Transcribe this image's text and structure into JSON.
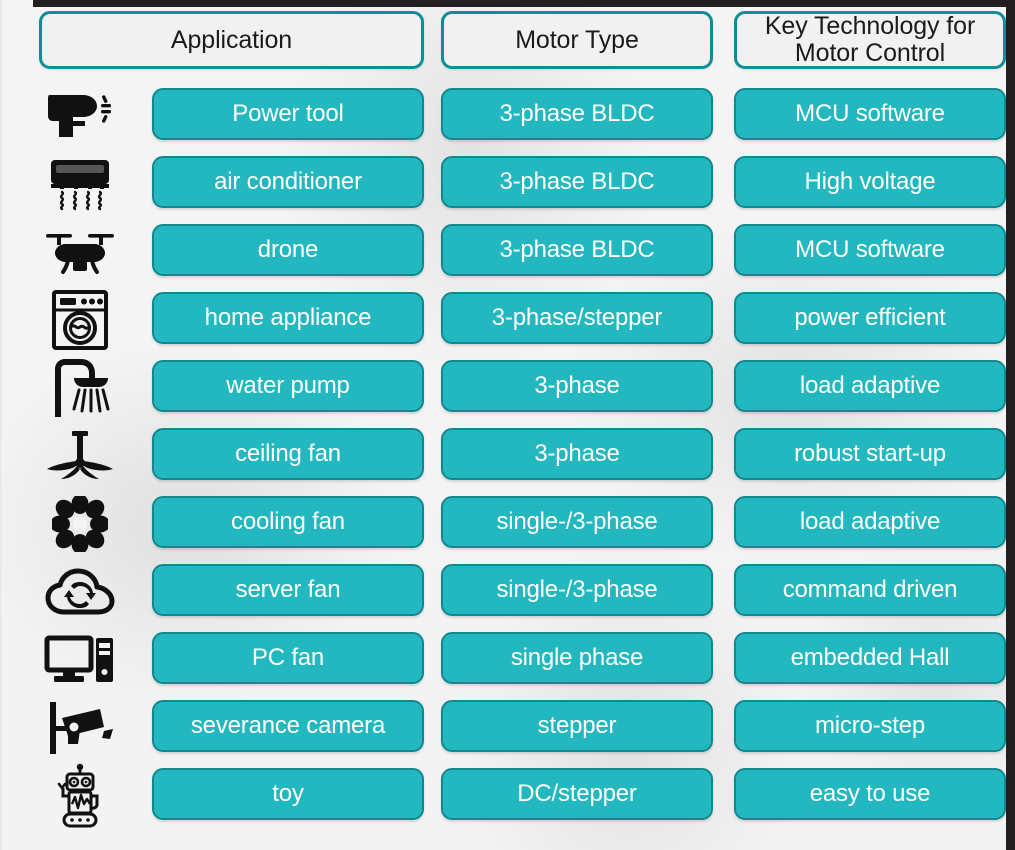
{
  "slide": {
    "title": "Motor Application / Motor Type / Key Technology table",
    "accent_teal": "#23b8bf",
    "accent_teal_border": "#12888f",
    "header_border": "#0f8e95",
    "header_bg": "#f1f1f1",
    "background": "#f3f3f3",
    "frame_dark": "#231f20",
    "cell_text_color": "#ffffff",
    "header_text_color": "#1b1b1b"
  },
  "header": {
    "icon_column_label": "",
    "columns": [
      {
        "label": "Application"
      },
      {
        "label": "Motor Type"
      },
      {
        "label": "Key Technology for\nMotor Control",
        "line1": "Key Technology for",
        "line2": "Motor Control"
      }
    ]
  },
  "rows": [
    {
      "icon": "power-drill-icon",
      "application": "Power tool",
      "motor_type": "3-phase BLDC",
      "key_technology": "MCU software"
    },
    {
      "icon": "air-conditioner-icon",
      "application": "air conditioner",
      "motor_type": "3-phase BLDC",
      "key_technology": "High voltage"
    },
    {
      "icon": "drone-icon",
      "application": "drone",
      "motor_type": "3-phase BLDC",
      "key_technology": "MCU software"
    },
    {
      "icon": "washing-machine-icon",
      "application": "home appliance",
      "motor_type": "3-phase/stepper",
      "key_technology": "power efficient"
    },
    {
      "icon": "shower-water-icon",
      "application": "water pump",
      "motor_type": "3-phase",
      "key_technology": "load adaptive"
    },
    {
      "icon": "ceiling-fan-icon",
      "application": "ceiling fan",
      "motor_type": "3-phase",
      "key_technology": "robust start-up"
    },
    {
      "icon": "flower-fan-icon",
      "application": "cooling fan",
      "motor_type": "single-/3-phase",
      "key_technology": "load adaptive"
    },
    {
      "icon": "cloud-sync-icon",
      "application": "server fan",
      "motor_type": "single-/3-phase",
      "key_technology": "command driven"
    },
    {
      "icon": "desktop-computer-icon",
      "application": "PC fan",
      "motor_type": "single phase",
      "key_technology": "embedded Hall"
    },
    {
      "icon": "security-camera-icon",
      "application": "severance camera",
      "motor_type": "stepper",
      "key_technology": "micro-step"
    },
    {
      "icon": "toy-robot-icon",
      "application": "toy",
      "motor_type": "DC/stepper",
      "key_technology": "easy to use"
    }
  ]
}
